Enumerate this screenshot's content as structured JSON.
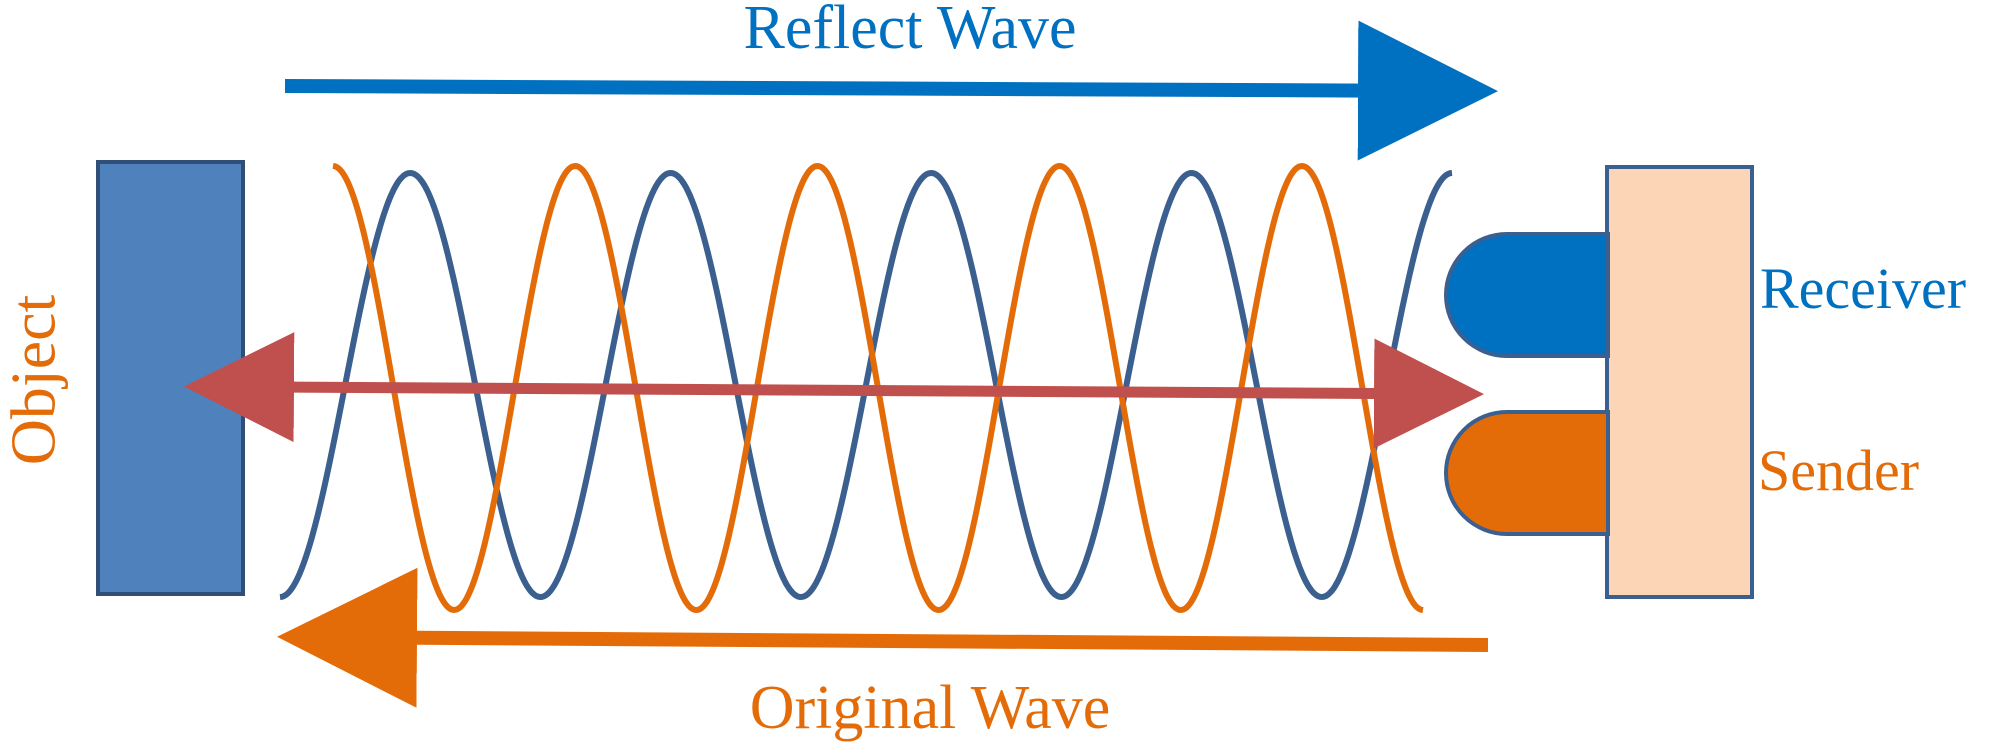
{
  "diagram": {
    "reflect_label": "Reflect Wave",
    "original_label": "Original Wave",
    "object_label": "Object",
    "receiver_label": "Receiver",
    "sender_label": "Sender"
  },
  "colors": {
    "object_fill": "#4f81bd",
    "object_stroke": "#2f4f78",
    "reflect_blue": "#0070c0",
    "original_orange": "#e36c09",
    "distance_red": "#c0504d",
    "blue_wave": "#3b5f8f",
    "orange_wave": "#e36c09",
    "sensor_body": "#fbd5b5",
    "sensor_stroke": "#3b5f8f",
    "receiver_fill": "#0070c0",
    "sender_fill": "#e36c09"
  }
}
